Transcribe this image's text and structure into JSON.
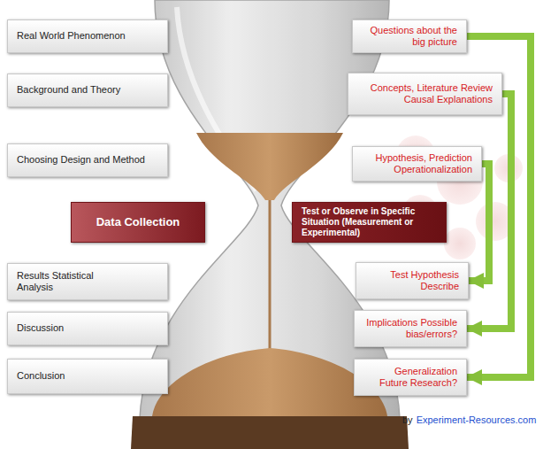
{
  "diagram": {
    "nodes": [
      {
        "text": [
          "Real World Phenomenon"
        ]
      },
      {
        "text": [
          "Questions about the big picture"
        ]
      },
      {
        "text": [
          "Background and Theory"
        ]
      },
      {
        "text": [
          "Concepts, Literature Review Causal Explanations"
        ]
      },
      {
        "text": [
          "Choosing Design and Method"
        ]
      },
      {
        "text": [
          "Hypothesis, Prediction Operationalization"
        ]
      },
      {
        "text": [
          "Data Collection"
        ]
      },
      {
        "text": [
          "Test or Observe in Specific Situation (Measurement or Experimental)"
        ]
      },
      {
        "text": [
          "Results Statistical Analysis"
        ]
      },
      {
        "text": [
          "Test Hypothesis Describe"
        ]
      },
      {
        "text": [
          "Discussion"
        ]
      },
      {
        "text": [
          "Implications Possible bias/errors?"
        ]
      },
      {
        "text": [
          "Conclusion"
        ]
      },
      {
        "text": [
          "Generalization Future Research?"
        ]
      }
    ],
    "edges": [
      {
        "from": 1,
        "to": 13,
        "arrow": "to"
      },
      {
        "from": 3,
        "to": 11,
        "arrow": "to"
      },
      {
        "from": 5,
        "to": 9,
        "arrow": "to"
      }
    ],
    "labels": [
      "by",
      "Experiment-Resources.com"
    ]
  }
}
